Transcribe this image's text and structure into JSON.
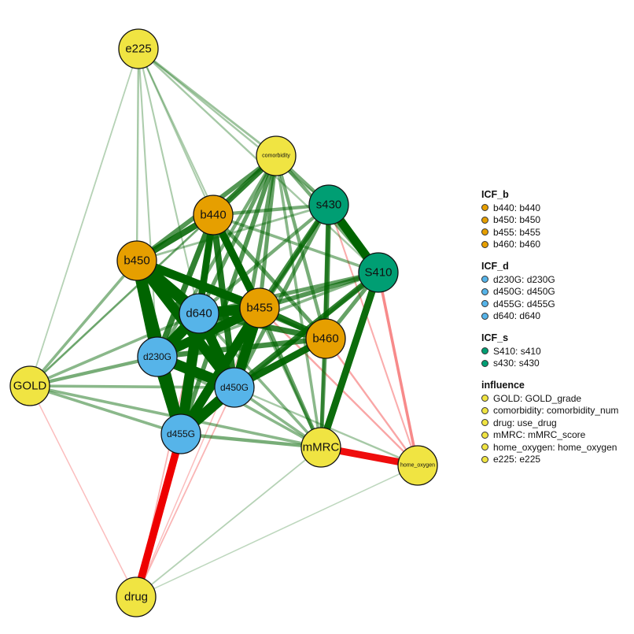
{
  "colors": {
    "ICF_b": "#E69F00",
    "ICF_d": "#56B4E9",
    "ICF_s": "#009E73",
    "influence": "#F0E442",
    "positive_edge": "#006400",
    "negative_edge": "#EE0000"
  },
  "nodes": [
    {
      "id": "e225",
      "label": "e225",
      "group": "influence"
    },
    {
      "id": "comorbidity",
      "label": "comorbidity",
      "group": "influence"
    },
    {
      "id": "s430",
      "label": "s430",
      "group": "ICF_s"
    },
    {
      "id": "b440",
      "label": "b440",
      "group": "ICF_b"
    },
    {
      "id": "b450",
      "label": "b450",
      "group": "ICF_b"
    },
    {
      "id": "S410",
      "label": "S410",
      "group": "ICF_s"
    },
    {
      "id": "d640",
      "label": "d640",
      "group": "ICF_d"
    },
    {
      "id": "b455",
      "label": "b455",
      "group": "ICF_b"
    },
    {
      "id": "b460",
      "label": "b460",
      "group": "ICF_b"
    },
    {
      "id": "d230G",
      "label": "d230G",
      "group": "ICF_d"
    },
    {
      "id": "GOLD",
      "label": "GOLD",
      "group": "influence"
    },
    {
      "id": "d450G",
      "label": "d450G",
      "group": "ICF_d"
    },
    {
      "id": "d455G",
      "label": "d455G",
      "group": "ICF_d"
    },
    {
      "id": "mMRC",
      "label": "mMRC",
      "group": "influence"
    },
    {
      "id": "home_oxygen",
      "label": "home_oxygen",
      "group": "influence"
    },
    {
      "id": "drug",
      "label": "drug",
      "group": "influence"
    }
  ],
  "edges": [
    {
      "source": "b450",
      "target": "d640",
      "weight": 0.95
    },
    {
      "source": "b450",
      "target": "d230G",
      "weight": 0.9
    },
    {
      "source": "b450",
      "target": "d455G",
      "weight": 0.85
    },
    {
      "source": "b450",
      "target": "d450G",
      "weight": 0.8
    },
    {
      "source": "b450",
      "target": "b455",
      "weight": 0.7
    },
    {
      "source": "b450",
      "target": "b440",
      "weight": 0.5
    },
    {
      "source": "b450",
      "target": "s430",
      "weight": 0.15
    },
    {
      "source": "b450",
      "target": "b460",
      "weight": 0.3
    },
    {
      "source": "b440",
      "target": "b455",
      "weight": 0.6
    },
    {
      "source": "b440",
      "target": "d640",
      "weight": 0.55
    },
    {
      "source": "b440",
      "target": "d230G",
      "weight": 0.45
    },
    {
      "source": "b440",
      "target": "d450G",
      "weight": 0.5
    },
    {
      "source": "b440",
      "target": "d455G",
      "weight": 0.35
    },
    {
      "source": "b440",
      "target": "s430",
      "weight": 0.25
    },
    {
      "source": "b440",
      "target": "S410",
      "weight": 0.2
    },
    {
      "source": "b440",
      "target": "b460",
      "weight": 0.3
    },
    {
      "source": "d640",
      "target": "b455",
      "weight": 0.85
    },
    {
      "source": "d640",
      "target": "d230G",
      "weight": 0.9
    },
    {
      "source": "d640",
      "target": "d455G",
      "weight": 0.85
    },
    {
      "source": "d640",
      "target": "d450G",
      "weight": 0.8
    },
    {
      "source": "d640",
      "target": "b460",
      "weight": 0.45
    },
    {
      "source": "d640",
      "target": "s430",
      "weight": 0.25
    },
    {
      "source": "d640",
      "target": "S410",
      "weight": 0.3
    },
    {
      "source": "d230G",
      "target": "d455G",
      "weight": 0.9
    },
    {
      "source": "d230G",
      "target": "d450G",
      "weight": 0.85
    },
    {
      "source": "d230G",
      "target": "b455",
      "weight": 0.75
    },
    {
      "source": "d230G",
      "target": "b460",
      "weight": 0.4
    },
    {
      "source": "d230G",
      "target": "S410",
      "weight": 0.2
    },
    {
      "source": "d455G",
      "target": "d450G",
      "weight": 0.85
    },
    {
      "source": "d455G",
      "target": "b455",
      "weight": 0.75
    },
    {
      "source": "d455G",
      "target": "s430",
      "weight": 0.3
    },
    {
      "source": "d455G",
      "target": "S410",
      "weight": 0.25
    },
    {
      "source": "d455G",
      "target": "drug",
      "weight": -0.6
    },
    {
      "source": "d455G",
      "target": "mMRC",
      "weight": 0.25
    },
    {
      "source": "d450G",
      "target": "b455",
      "weight": 0.8
    },
    {
      "source": "d450G",
      "target": "b460",
      "weight": 0.55
    },
    {
      "source": "d450G",
      "target": "S410",
      "weight": 0.45
    },
    {
      "source": "d450G",
      "target": "s430",
      "weight": 0.3
    },
    {
      "source": "d450G",
      "target": "mMRC",
      "weight": 0.2
    },
    {
      "source": "b455",
      "target": "b460",
      "weight": 0.5
    },
    {
      "source": "b455",
      "target": "s430",
      "weight": 0.4
    },
    {
      "source": "b455",
      "target": "S410",
      "weight": 0.35
    },
    {
      "source": "b455",
      "target": "comorbidity",
      "weight": 0.3
    },
    {
      "source": "b455",
      "target": "mMRC",
      "weight": 0.3
    },
    {
      "source": "s430",
      "target": "S410",
      "weight": 0.7
    },
    {
      "source": "s430",
      "target": "b460",
      "weight": 0.4
    },
    {
      "source": "s430",
      "target": "comorbidity",
      "weight": 0.25
    },
    {
      "source": "S410",
      "target": "b460",
      "weight": 0.3
    },
    {
      "source": "S410",
      "target": "mMRC",
      "weight": 0.55
    },
    {
      "source": "S410",
      "target": "home_oxygen",
      "weight": -0.2
    },
    {
      "source": "comorbidity",
      "target": "b440",
      "weight": 0.45
    },
    {
      "source": "comorbidity",
      "target": "b450",
      "weight": 0.35
    },
    {
      "source": "comorbidity",
      "target": "d640",
      "weight": 0.3
    },
    {
      "source": "comorbidity",
      "target": "d230G",
      "weight": 0.25
    },
    {
      "source": "comorbidity",
      "target": "d450G",
      "weight": 0.3
    },
    {
      "source": "comorbidity",
      "target": "d455G",
      "weight": 0.35
    },
    {
      "source": "comorbidity",
      "target": "b460",
      "weight": 0.25
    },
    {
      "source": "comorbidity",
      "target": "S410",
      "weight": 0.25
    },
    {
      "source": "comorbidity",
      "target": "mMRC",
      "weight": 0.2
    },
    {
      "source": "e225",
      "target": "comorbidity",
      "weight": 0.15
    },
    {
      "source": "e225",
      "target": "s430",
      "weight": 0.12
    },
    {
      "source": "e225",
      "target": "S410",
      "weight": 0.12
    },
    {
      "source": "e225",
      "target": "b450",
      "weight": 0.12
    },
    {
      "source": "e225",
      "target": "b440",
      "weight": 0.1
    },
    {
      "source": "e225",
      "target": "d640",
      "weight": 0.1
    },
    {
      "source": "e225",
      "target": "d230G",
      "weight": 0.1
    },
    {
      "source": "e225",
      "target": "b455",
      "weight": 0.1
    },
    {
      "source": "GOLD",
      "target": "b450",
      "weight": 0.2
    },
    {
      "source": "GOLD",
      "target": "d230G",
      "weight": 0.25
    },
    {
      "source": "GOLD",
      "target": "d640",
      "weight": 0.2
    },
    {
      "source": "GOLD",
      "target": "d450G",
      "weight": 0.2
    },
    {
      "source": "GOLD",
      "target": "d455G",
      "weight": 0.2
    },
    {
      "source": "GOLD",
      "target": "b440",
      "weight": 0.15
    },
    {
      "source": "GOLD",
      "target": "mMRC",
      "weight": 0.2
    },
    {
      "source": "GOLD",
      "target": "comorbidity",
      "weight": 0.1
    },
    {
      "source": "GOLD",
      "target": "e225",
      "weight": 0.08
    },
    {
      "source": "mMRC",
      "target": "home_oxygen",
      "weight": -0.55
    },
    {
      "source": "mMRC",
      "target": "b460",
      "weight": 0.3
    },
    {
      "source": "mMRC",
      "target": "d640",
      "weight": 0.2
    },
    {
      "source": "mMRC",
      "target": "d230G",
      "weight": 0.2
    },
    {
      "source": "mMRC",
      "target": "b440",
      "weight": 0.2
    },
    {
      "source": "mMRC",
      "target": "s430",
      "weight": 0.25
    },
    {
      "source": "mMRC",
      "target": "drug",
      "weight": 0.08
    },
    {
      "source": "home_oxygen",
      "target": "b455",
      "weight": -0.12
    },
    {
      "source": "home_oxygen",
      "target": "b460",
      "weight": -0.12
    },
    {
      "source": "home_oxygen",
      "target": "d450G",
      "weight": 0.12
    },
    {
      "source": "home_oxygen",
      "target": "s430",
      "weight": -0.1
    },
    {
      "source": "home_oxygen",
      "target": "drug",
      "weight": 0.06
    },
    {
      "source": "drug",
      "target": "d640",
      "weight": -0.08
    },
    {
      "source": "drug",
      "target": "d450G",
      "weight": -0.08
    },
    {
      "source": "drug",
      "target": "GOLD",
      "weight": -0.06
    },
    {
      "source": "drug",
      "target": "b455",
      "weight": -0.06
    }
  ],
  "legend": [
    {
      "group": "ICF_b",
      "title": "ICF_b",
      "items": [
        "b440: b440",
        "b450: b450",
        "b455: b455",
        "b460: b460"
      ]
    },
    {
      "group": "ICF_d",
      "title": "ICF_d",
      "items": [
        "d230G: d230G",
        "d450G: d450G",
        "d455G: d455G",
        "d640: d640"
      ]
    },
    {
      "group": "ICF_s",
      "title": "ICF_s",
      "items": [
        "S410: s410",
        "s430: s430"
      ]
    },
    {
      "group": "influence",
      "title": "influence",
      "items": [
        "GOLD: GOLD_grade",
        "comorbidity: comorbidity_num",
        "drug: use_drug",
        "mMRC: mMRC_score",
        "home_oxygen: home_oxygen",
        "e225: e225"
      ]
    }
  ]
}
